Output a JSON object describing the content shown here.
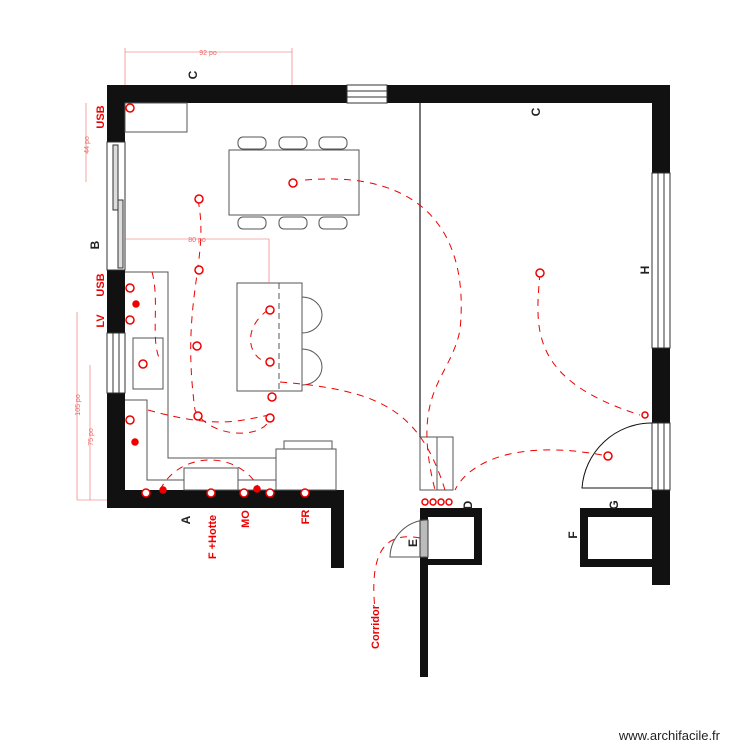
{
  "walls_labels": {
    "c_top": "C",
    "c_room": "C",
    "b": "B",
    "h": "H",
    "a": "A",
    "d": "D",
    "e": "E",
    "f": "F",
    "g": "G"
  },
  "red_labels": {
    "usb_top": "USB",
    "usb_mid": "USB",
    "lv": "LV",
    "f_hotte": "F +Hotte",
    "mo": "MO",
    "fr": "FR",
    "corridor": "Corridor"
  },
  "dimensions": {
    "top": "92 po",
    "left_upper": "44 po",
    "table": "80 po",
    "left_lower_outer": "105 po",
    "left_lower_inner": "75 po"
  },
  "watermark": "www.archifacile.fr",
  "colors": {
    "wall": "#111111",
    "electrical": "#e00000",
    "dimension": "#e66666"
  }
}
